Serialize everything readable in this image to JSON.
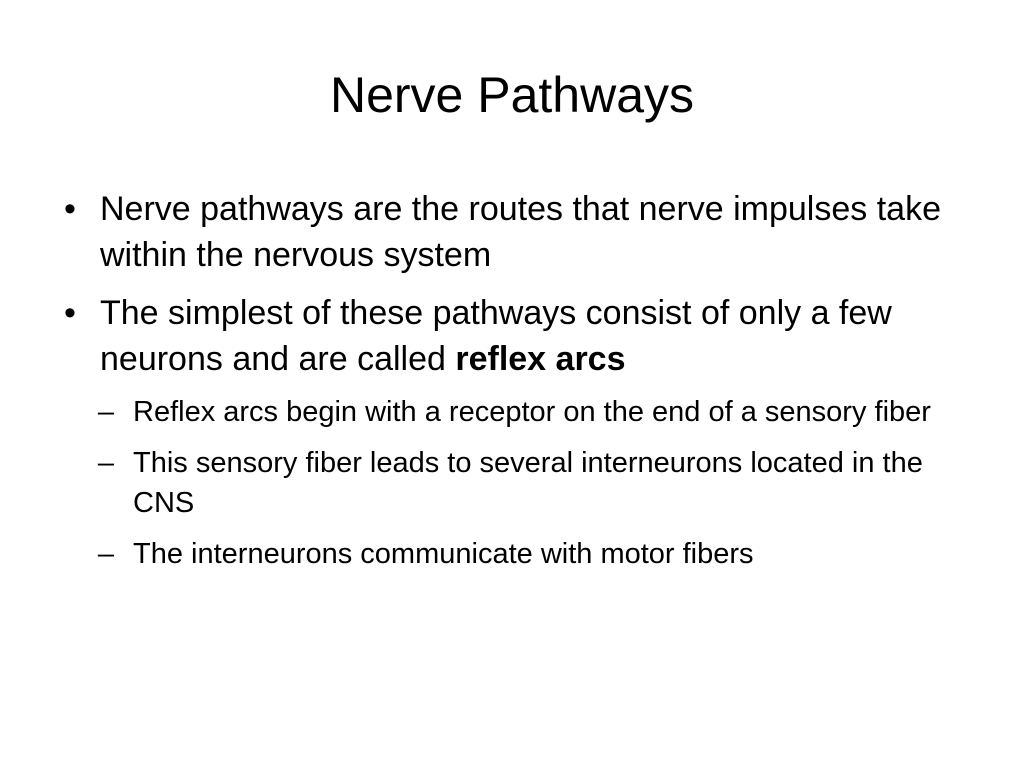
{
  "slide": {
    "title": "Nerve Pathways",
    "bullets": [
      {
        "text": "Nerve pathways are the routes that nerve impulses take within the nervous system"
      },
      {
        "text": "The simplest of these pathways consist of only a few neurons and are called ",
        "bold": "reflex arcs",
        "subitems": [
          "Reflex arcs begin with a receptor on the end of a sensory fiber",
          "This sensory fiber leads to several interneurons located in the CNS",
          "The interneurons communicate with motor fibers"
        ]
      }
    ],
    "bullet_glyph": "•",
    "dash_glyph": "–"
  }
}
